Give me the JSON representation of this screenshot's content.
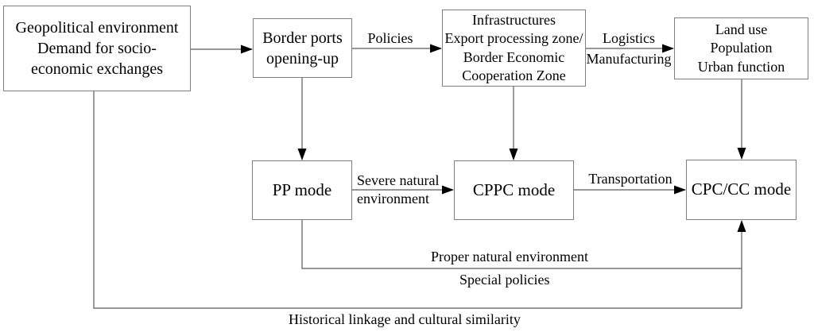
{
  "diagram": {
    "boxes": {
      "geopolitical": {
        "line1": "Geopolitical environment",
        "line2": "Demand for socio-",
        "line3": "economic exchanges"
      },
      "border_ports": {
        "line1": "Border ports",
        "line2": "opening-up"
      },
      "infrastructures": {
        "line1": "Infrastructures",
        "line2": "Export processing zone/",
        "line3": "Border Economic",
        "line4": "Cooperation Zone"
      },
      "land_use": {
        "line1": "Land use",
        "line2": "Population",
        "line3": "Urban function"
      },
      "pp_mode": {
        "label": "PP mode"
      },
      "cppc_mode": {
        "label": "CPPC mode"
      },
      "cpc_cc_mode": {
        "label": "CPC/CC mode"
      }
    },
    "edge_labels": {
      "policies": "Policies",
      "logistics": "Logistics",
      "manufacturing": "Manufacturing",
      "severe_natural_line1": "Severe natural",
      "severe_natural_line2": "environment",
      "transportation": "Transportation",
      "proper_natural_environment": "Proper natural environment",
      "special_policies": "Special policies",
      "historical_linkage": "Historical linkage and cultural similarity"
    },
    "colors": {
      "line": "#595959",
      "box_border": "#7f7f7f",
      "arrowhead": "#000000",
      "text": "#000000",
      "background": "#ffffff"
    }
  }
}
